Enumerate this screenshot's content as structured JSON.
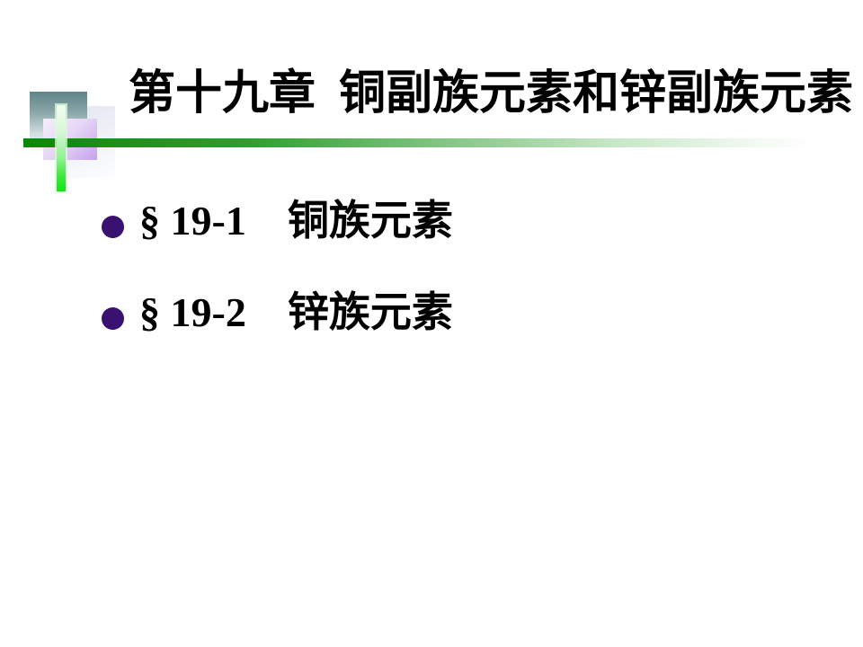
{
  "slide": {
    "title": "第十九章  铜副族元素和锌副族元素",
    "bullets": [
      {
        "label": "§ 19-1　铜族元素"
      },
      {
        "label": "§ 19-2　锌族元素"
      }
    ],
    "decorations": {
      "teal_square": "gradient teal-gray square",
      "purple_square": "gradient lavender square",
      "faint_square": "faint gray square",
      "horizontal_rule": "green rule fading to white",
      "vertical_bar": "mint-to-green vertical bar"
    },
    "colors": {
      "background": "#ffffff",
      "text": "#000000",
      "bullet_dot": "#3a1070",
      "rule_green_dark": "#078a07",
      "vertical_green_bright": "#12e412",
      "teal_square_top": "#5e8588",
      "purple_square_deep": "#c7a2ec",
      "faint_square": "#e3e7ef"
    }
  }
}
